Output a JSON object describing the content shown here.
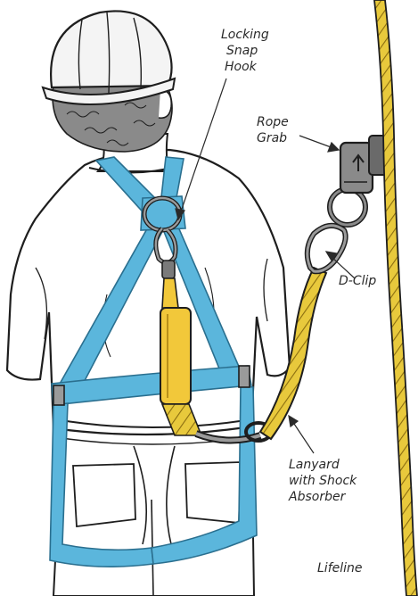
{
  "labels": {
    "snap_hook": [
      "Locking",
      "Snap",
      "Hook"
    ],
    "rope_grab": [
      "Rope",
      "Grab"
    ],
    "d_clip": "D-Clip",
    "lanyard": [
      "Lanyard",
      "with Shock",
      "Absorber"
    ],
    "lifeline": "Lifeline"
  },
  "colors": {
    "webbing": "#5bb6dc",
    "webbing_edge": "#2a6f8f",
    "rope": "#e8c93c",
    "rope_edge": "#8a6d10",
    "shock_absorber": "#f2c83a",
    "hardware": "#6a6a6a",
    "ink": "#1e1e1e",
    "helmet": "#f4f4f4"
  }
}
